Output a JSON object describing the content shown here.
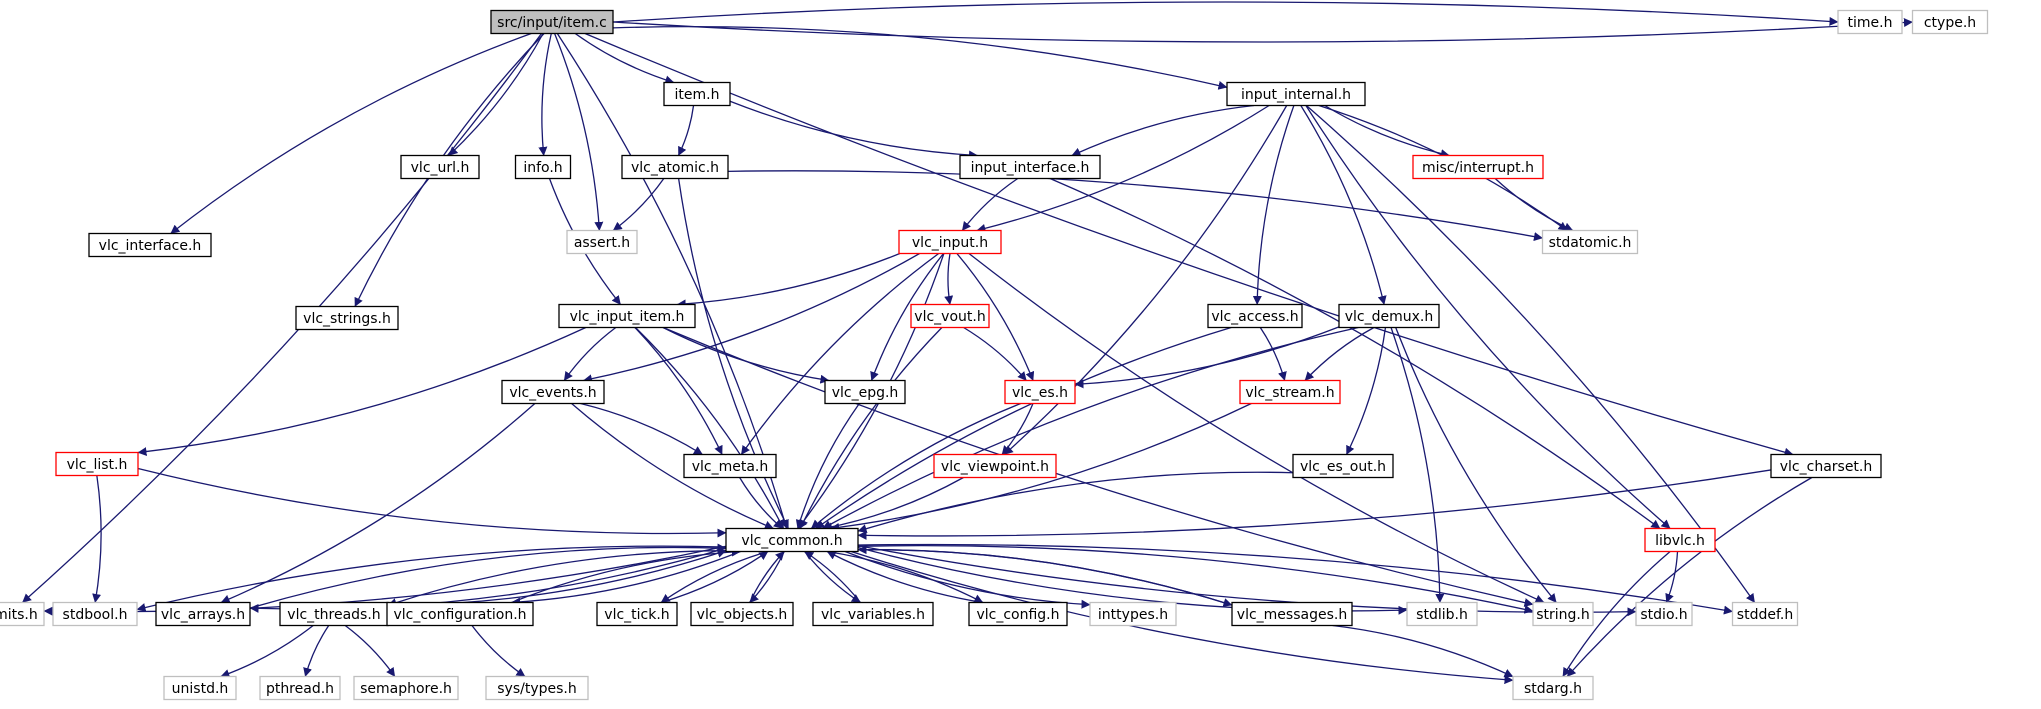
{
  "colors": {
    "edge": "#191970",
    "root_fill": "#bfbfbf",
    "border_default": "#000000",
    "border_incomplete": "#ff0000",
    "border_system": "#bfbfbf",
    "fill_default": "#ffffff"
  },
  "nodes": [
    {
      "id": "item_c",
      "label": "src/input/item.c",
      "kind": "root"
    },
    {
      "id": "limits_h",
      "label": "limits.h",
      "kind": "system"
    },
    {
      "id": "vlc_interface_h",
      "label": "vlc_interface.h",
      "kind": "documented"
    },
    {
      "id": "vlc_strings_h",
      "label": "vlc_strings.h",
      "kind": "documented"
    },
    {
      "id": "vlc_url_h",
      "label": "vlc_url.h",
      "kind": "documented"
    },
    {
      "id": "info_h",
      "label": "info.h",
      "kind": "documented"
    },
    {
      "id": "assert_h",
      "label": "assert.h",
      "kind": "system"
    },
    {
      "id": "item_h",
      "label": "item.h",
      "kind": "documented"
    },
    {
      "id": "vlc_atomic_h",
      "label": "vlc_atomic.h",
      "kind": "documented"
    },
    {
      "id": "input_internal_h",
      "label": "input_internal.h",
      "kind": "documented"
    },
    {
      "id": "input_interface_h",
      "label": "input_interface.h",
      "kind": "documented"
    },
    {
      "id": "misc_interrupt_h",
      "label": "misc/interrupt.h",
      "kind": "incomplete"
    },
    {
      "id": "stdatomic_h",
      "label": "stdatomic.h",
      "kind": "system"
    },
    {
      "id": "time_h",
      "label": "time.h",
      "kind": "system"
    },
    {
      "id": "ctype_h",
      "label": "ctype.h",
      "kind": "system"
    },
    {
      "id": "vlc_input_h",
      "label": "vlc_input.h",
      "kind": "incomplete"
    },
    {
      "id": "vlc_input_item_h",
      "label": "vlc_input_item.h",
      "kind": "documented"
    },
    {
      "id": "vlc_vout_h",
      "label": "vlc_vout.h",
      "kind": "incomplete"
    },
    {
      "id": "vlc_access_h",
      "label": "vlc_access.h",
      "kind": "documented"
    },
    {
      "id": "vlc_demux_h",
      "label": "vlc_demux.h",
      "kind": "documented"
    },
    {
      "id": "vlc_events_h",
      "label": "vlc_events.h",
      "kind": "documented"
    },
    {
      "id": "vlc_epg_h",
      "label": "vlc_epg.h",
      "kind": "documented"
    },
    {
      "id": "vlc_es_h",
      "label": "vlc_es.h",
      "kind": "incomplete"
    },
    {
      "id": "vlc_stream_h",
      "label": "vlc_stream.h",
      "kind": "incomplete"
    },
    {
      "id": "vlc_list_h",
      "label": "vlc_list.h",
      "kind": "incomplete"
    },
    {
      "id": "vlc_meta_h",
      "label": "vlc_meta.h",
      "kind": "documented"
    },
    {
      "id": "vlc_viewpoint_h",
      "label": "vlc_viewpoint.h",
      "kind": "incomplete"
    },
    {
      "id": "vlc_es_out_h",
      "label": "vlc_es_out.h",
      "kind": "documented"
    },
    {
      "id": "vlc_charset_h",
      "label": "vlc_charset.h",
      "kind": "documented"
    },
    {
      "id": "libvlc_h",
      "label": "libvlc.h",
      "kind": "incomplete"
    },
    {
      "id": "vlc_common_h",
      "label": "vlc_common.h",
      "kind": "documented"
    },
    {
      "id": "limits_h_2",
      "label": "limits.h",
      "kind": "system"
    },
    {
      "id": "stdbool_h",
      "label": "stdbool.h",
      "kind": "system"
    },
    {
      "id": "vlc_arrays_h",
      "label": "vlc_arrays.h",
      "kind": "documented"
    },
    {
      "id": "vlc_threads_h",
      "label": "vlc_threads.h",
      "kind": "documented"
    },
    {
      "id": "vlc_configuration_h",
      "label": "vlc_configuration.h",
      "kind": "documented"
    },
    {
      "id": "vlc_tick_h",
      "label": "vlc_tick.h",
      "kind": "documented"
    },
    {
      "id": "vlc_objects_h",
      "label": "vlc_objects.h",
      "kind": "documented"
    },
    {
      "id": "vlc_variables_h",
      "label": "vlc_variables.h",
      "kind": "documented"
    },
    {
      "id": "vlc_config_h",
      "label": "vlc_config.h",
      "kind": "documented"
    },
    {
      "id": "inttypes_h",
      "label": "inttypes.h",
      "kind": "system"
    },
    {
      "id": "vlc_messages_h",
      "label": "vlc_messages.h",
      "kind": "documented"
    },
    {
      "id": "stdlib_h",
      "label": "stdlib.h",
      "kind": "system"
    },
    {
      "id": "string_h",
      "label": "string.h",
      "kind": "system"
    },
    {
      "id": "stdio_h",
      "label": "stdio.h",
      "kind": "system"
    },
    {
      "id": "stddef_h",
      "label": "stddef.h",
      "kind": "system"
    },
    {
      "id": "unistd_h",
      "label": "unistd.h",
      "kind": "system"
    },
    {
      "id": "pthread_h",
      "label": "pthread.h",
      "kind": "system"
    },
    {
      "id": "semaphore_h",
      "label": "semaphore.h",
      "kind": "system"
    },
    {
      "id": "sys_types_h",
      "label": "sys/types.h",
      "kind": "system"
    },
    {
      "id": "stdarg_h",
      "label": "stdarg.h",
      "kind": "system"
    }
  ],
  "edges": [
    [
      "item_c",
      "limits_h"
    ],
    [
      "item_c",
      "vlc_interface_h"
    ],
    [
      "item_c",
      "vlc_common_h"
    ],
    [
      "item_c",
      "vlc_strings_h"
    ],
    [
      "item_c",
      "vlc_url_h"
    ],
    [
      "item_c",
      "info_h"
    ],
    [
      "item_c",
      "assert_h"
    ],
    [
      "item_c",
      "item_h"
    ],
    [
      "item_c",
      "input_internal_h"
    ],
    [
      "item_c",
      "vlc_charset_h"
    ],
    [
      "item_c",
      "time_h"
    ],
    [
      "item_c",
      "ctype_h"
    ],
    [
      "item_h",
      "vlc_atomic_h"
    ],
    [
      "item_h",
      "input_interface_h"
    ],
    [
      "vlc_atomic_h",
      "assert_h"
    ],
    [
      "vlc_atomic_h",
      "vlc_common_h"
    ],
    [
      "vlc_atomic_h",
      "stdatomic_h"
    ],
    [
      "info_h",
      "vlc_input_item_h"
    ],
    [
      "input_internal_h",
      "vlc_input_h"
    ],
    [
      "input_internal_h",
      "input_interface_h"
    ],
    [
      "input_internal_h",
      "vlc_viewpoint_h"
    ],
    [
      "input_internal_h",
      "vlc_access_h"
    ],
    [
      "input_internal_h",
      "vlc_demux_h"
    ],
    [
      "input_internal_h",
      "misc_interrupt_h"
    ],
    [
      "input_internal_h",
      "stdatomic_h"
    ],
    [
      "input_internal_h",
      "libvlc_h"
    ],
    [
      "input_internal_h",
      "stddef_h"
    ],
    [
      "input_interface_h",
      "vlc_input_h"
    ],
    [
      "input_interface_h",
      "libvlc_h"
    ],
    [
      "misc_interrupt_h",
      "stdatomic_h"
    ],
    [
      "vlc_input_h",
      "vlc_input_item_h"
    ],
    [
      "vlc_input_h",
      "vlc_vout_h"
    ],
    [
      "vlc_input_h",
      "vlc_es_h"
    ],
    [
      "vlc_input_h",
      "vlc_epg_h"
    ],
    [
      "vlc_input_h",
      "vlc_events_h"
    ],
    [
      "vlc_input_h",
      "vlc_meta_h"
    ],
    [
      "vlc_input_h",
      "vlc_common_h"
    ],
    [
      "vlc_input_h",
      "string_h"
    ],
    [
      "vlc_input_item_h",
      "vlc_list_h"
    ],
    [
      "vlc_input_item_h",
      "vlc_events_h"
    ],
    [
      "vlc_input_item_h",
      "vlc_meta_h"
    ],
    [
      "vlc_input_item_h",
      "vlc_epg_h"
    ],
    [
      "vlc_input_item_h",
      "vlc_common_h"
    ],
    [
      "vlc_input_item_h",
      "string_h"
    ],
    [
      "vlc_vout_h",
      "vlc_es_h"
    ],
    [
      "vlc_vout_h",
      "vlc_common_h"
    ],
    [
      "vlc_access_h",
      "vlc_stream_h"
    ],
    [
      "vlc_access_h",
      "vlc_common_h"
    ],
    [
      "vlc_demux_h",
      "vlc_es_h"
    ],
    [
      "vlc_demux_h",
      "vlc_stream_h"
    ],
    [
      "vlc_demux_h",
      "vlc_es_out_h"
    ],
    [
      "vlc_demux_h",
      "vlc_common_h"
    ],
    [
      "vlc_demux_h",
      "stdlib_h"
    ],
    [
      "vlc_demux_h",
      "string_h"
    ],
    [
      "vlc_events_h",
      "vlc_meta_h"
    ],
    [
      "vlc_events_h",
      "vlc_common_h"
    ],
    [
      "vlc_events_h",
      "vlc_arrays_h"
    ],
    [
      "vlc_epg_h",
      "vlc_common_h"
    ],
    [
      "vlc_es_h",
      "vlc_viewpoint_h"
    ],
    [
      "vlc_es_h",
      "vlc_common_h"
    ],
    [
      "vlc_stream_h",
      "vlc_common_h"
    ],
    [
      "vlc_list_h",
      "vlc_common_h"
    ],
    [
      "vlc_list_h",
      "stdbool_h"
    ],
    [
      "vlc_meta_h",
      "vlc_common_h"
    ],
    [
      "vlc_viewpoint_h",
      "vlc_common_h"
    ],
    [
      "vlc_es_out_h",
      "vlc_common_h"
    ],
    [
      "vlc_charset_h",
      "vlc_common_h"
    ],
    [
      "vlc_charset_h",
      "stdarg_h"
    ],
    [
      "libvlc_h",
      "stdio_h"
    ],
    [
      "libvlc_h",
      "stdarg_h"
    ],
    [
      "vlc_common_h",
      "limits_h_2"
    ],
    [
      "vlc_common_h",
      "stdbool_h"
    ],
    [
      "vlc_common_h",
      "vlc_arrays_h"
    ],
    [
      "vlc_common_h",
      "vlc_threads_h"
    ],
    [
      "vlc_common_h",
      "vlc_configuration_h"
    ],
    [
      "vlc_common_h",
      "vlc_tick_h"
    ],
    [
      "vlc_common_h",
      "vlc_objects_h"
    ],
    [
      "vlc_common_h",
      "vlc_variables_h"
    ],
    [
      "vlc_common_h",
      "vlc_config_h"
    ],
    [
      "vlc_common_h",
      "inttypes_h"
    ],
    [
      "vlc_common_h",
      "vlc_messages_h"
    ],
    [
      "vlc_common_h",
      "stdlib_h"
    ],
    [
      "vlc_common_h",
      "string_h"
    ],
    [
      "vlc_common_h",
      "stdio_h"
    ],
    [
      "vlc_common_h",
      "stddef_h"
    ],
    [
      "vlc_common_h",
      "stdarg_h"
    ],
    [
      "vlc_arrays_h",
      "vlc_common_h"
    ],
    [
      "vlc_threads_h",
      "vlc_common_h"
    ],
    [
      "vlc_configuration_h",
      "vlc_common_h"
    ],
    [
      "vlc_tick_h",
      "vlc_common_h"
    ],
    [
      "vlc_objects_h",
      "vlc_common_h"
    ],
    [
      "vlc_variables_h",
      "vlc_common_h"
    ],
    [
      "vlc_config_h",
      "vlc_common_h"
    ],
    [
      "vlc_messages_h",
      "vlc_common_h"
    ],
    [
      "vlc_threads_h",
      "unistd_h"
    ],
    [
      "vlc_threads_h",
      "pthread_h"
    ],
    [
      "vlc_threads_h",
      "semaphore_h"
    ],
    [
      "vlc_configuration_h",
      "sys_types_h"
    ],
    [
      "vlc_messages_h",
      "stdarg_h"
    ]
  ]
}
